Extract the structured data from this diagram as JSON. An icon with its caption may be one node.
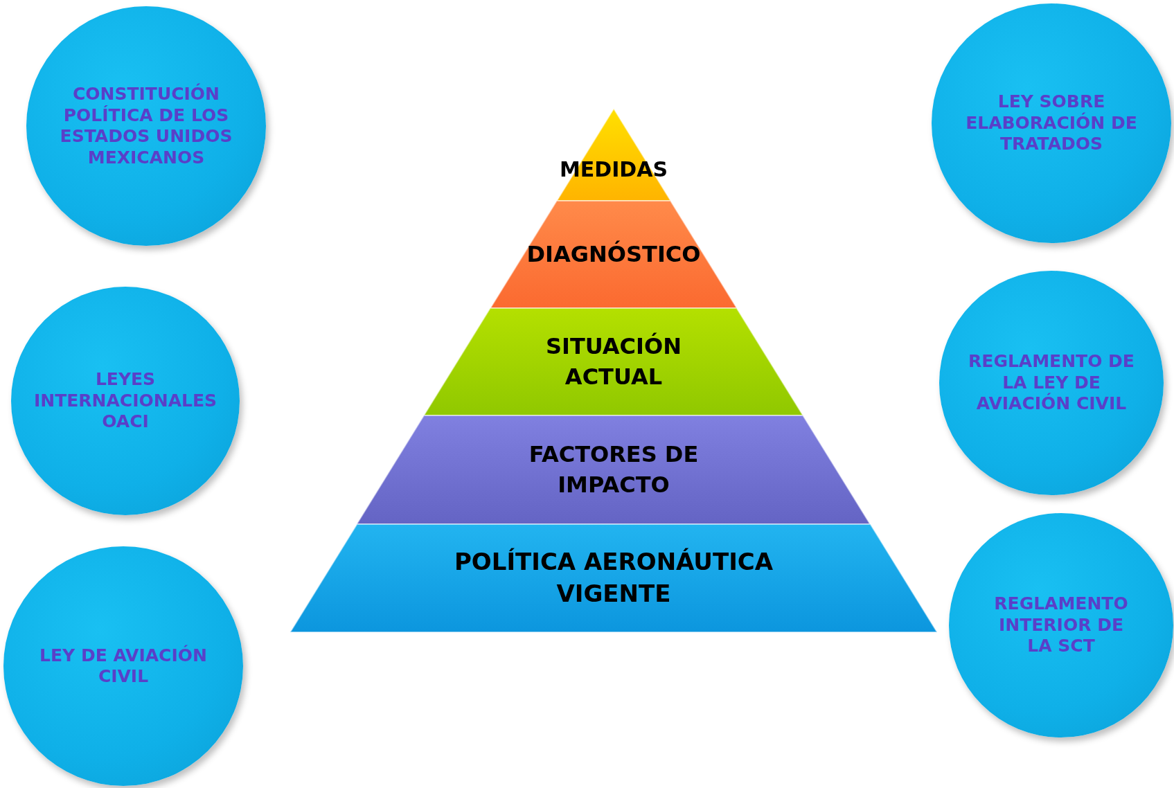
{
  "diagram": {
    "nodes": [
      {
        "text": [
          "CONSTITUCIÓN POLÍTICA DE LOS ESTADOS UNIDOS MEXICANOS"
        ]
      },
      {
        "text": [
          "LEYES INTERNACIONALES OACI"
        ]
      },
      {
        "text": [
          "LEY DE AVIACIÓN CIVIL"
        ]
      },
      {
        "text": [
          "MEDIDAS"
        ]
      },
      {
        "text": [
          "DIAGNÓSTICO"
        ]
      },
      {
        "text": [
          "SITUACIÓN ACTUAL"
        ]
      },
      {
        "text": [
          "FACTORES DE IMPACTO"
        ]
      },
      {
        "text": [
          "POLÍTICA AERONÁUTICA VIGENTE"
        ]
      },
      {
        "text": [
          "LEY SOBRE ELABORACIÓN DE TRATADOS"
        ]
      },
      {
        "text": [
          "REGLAMENTO DE LA LEY DE AVIACIÓN CIVIL"
        ]
      },
      {
        "text": [
          "REGLAMENTO INTERIOR DE LA SCT"
        ]
      }
    ]
  }
}
